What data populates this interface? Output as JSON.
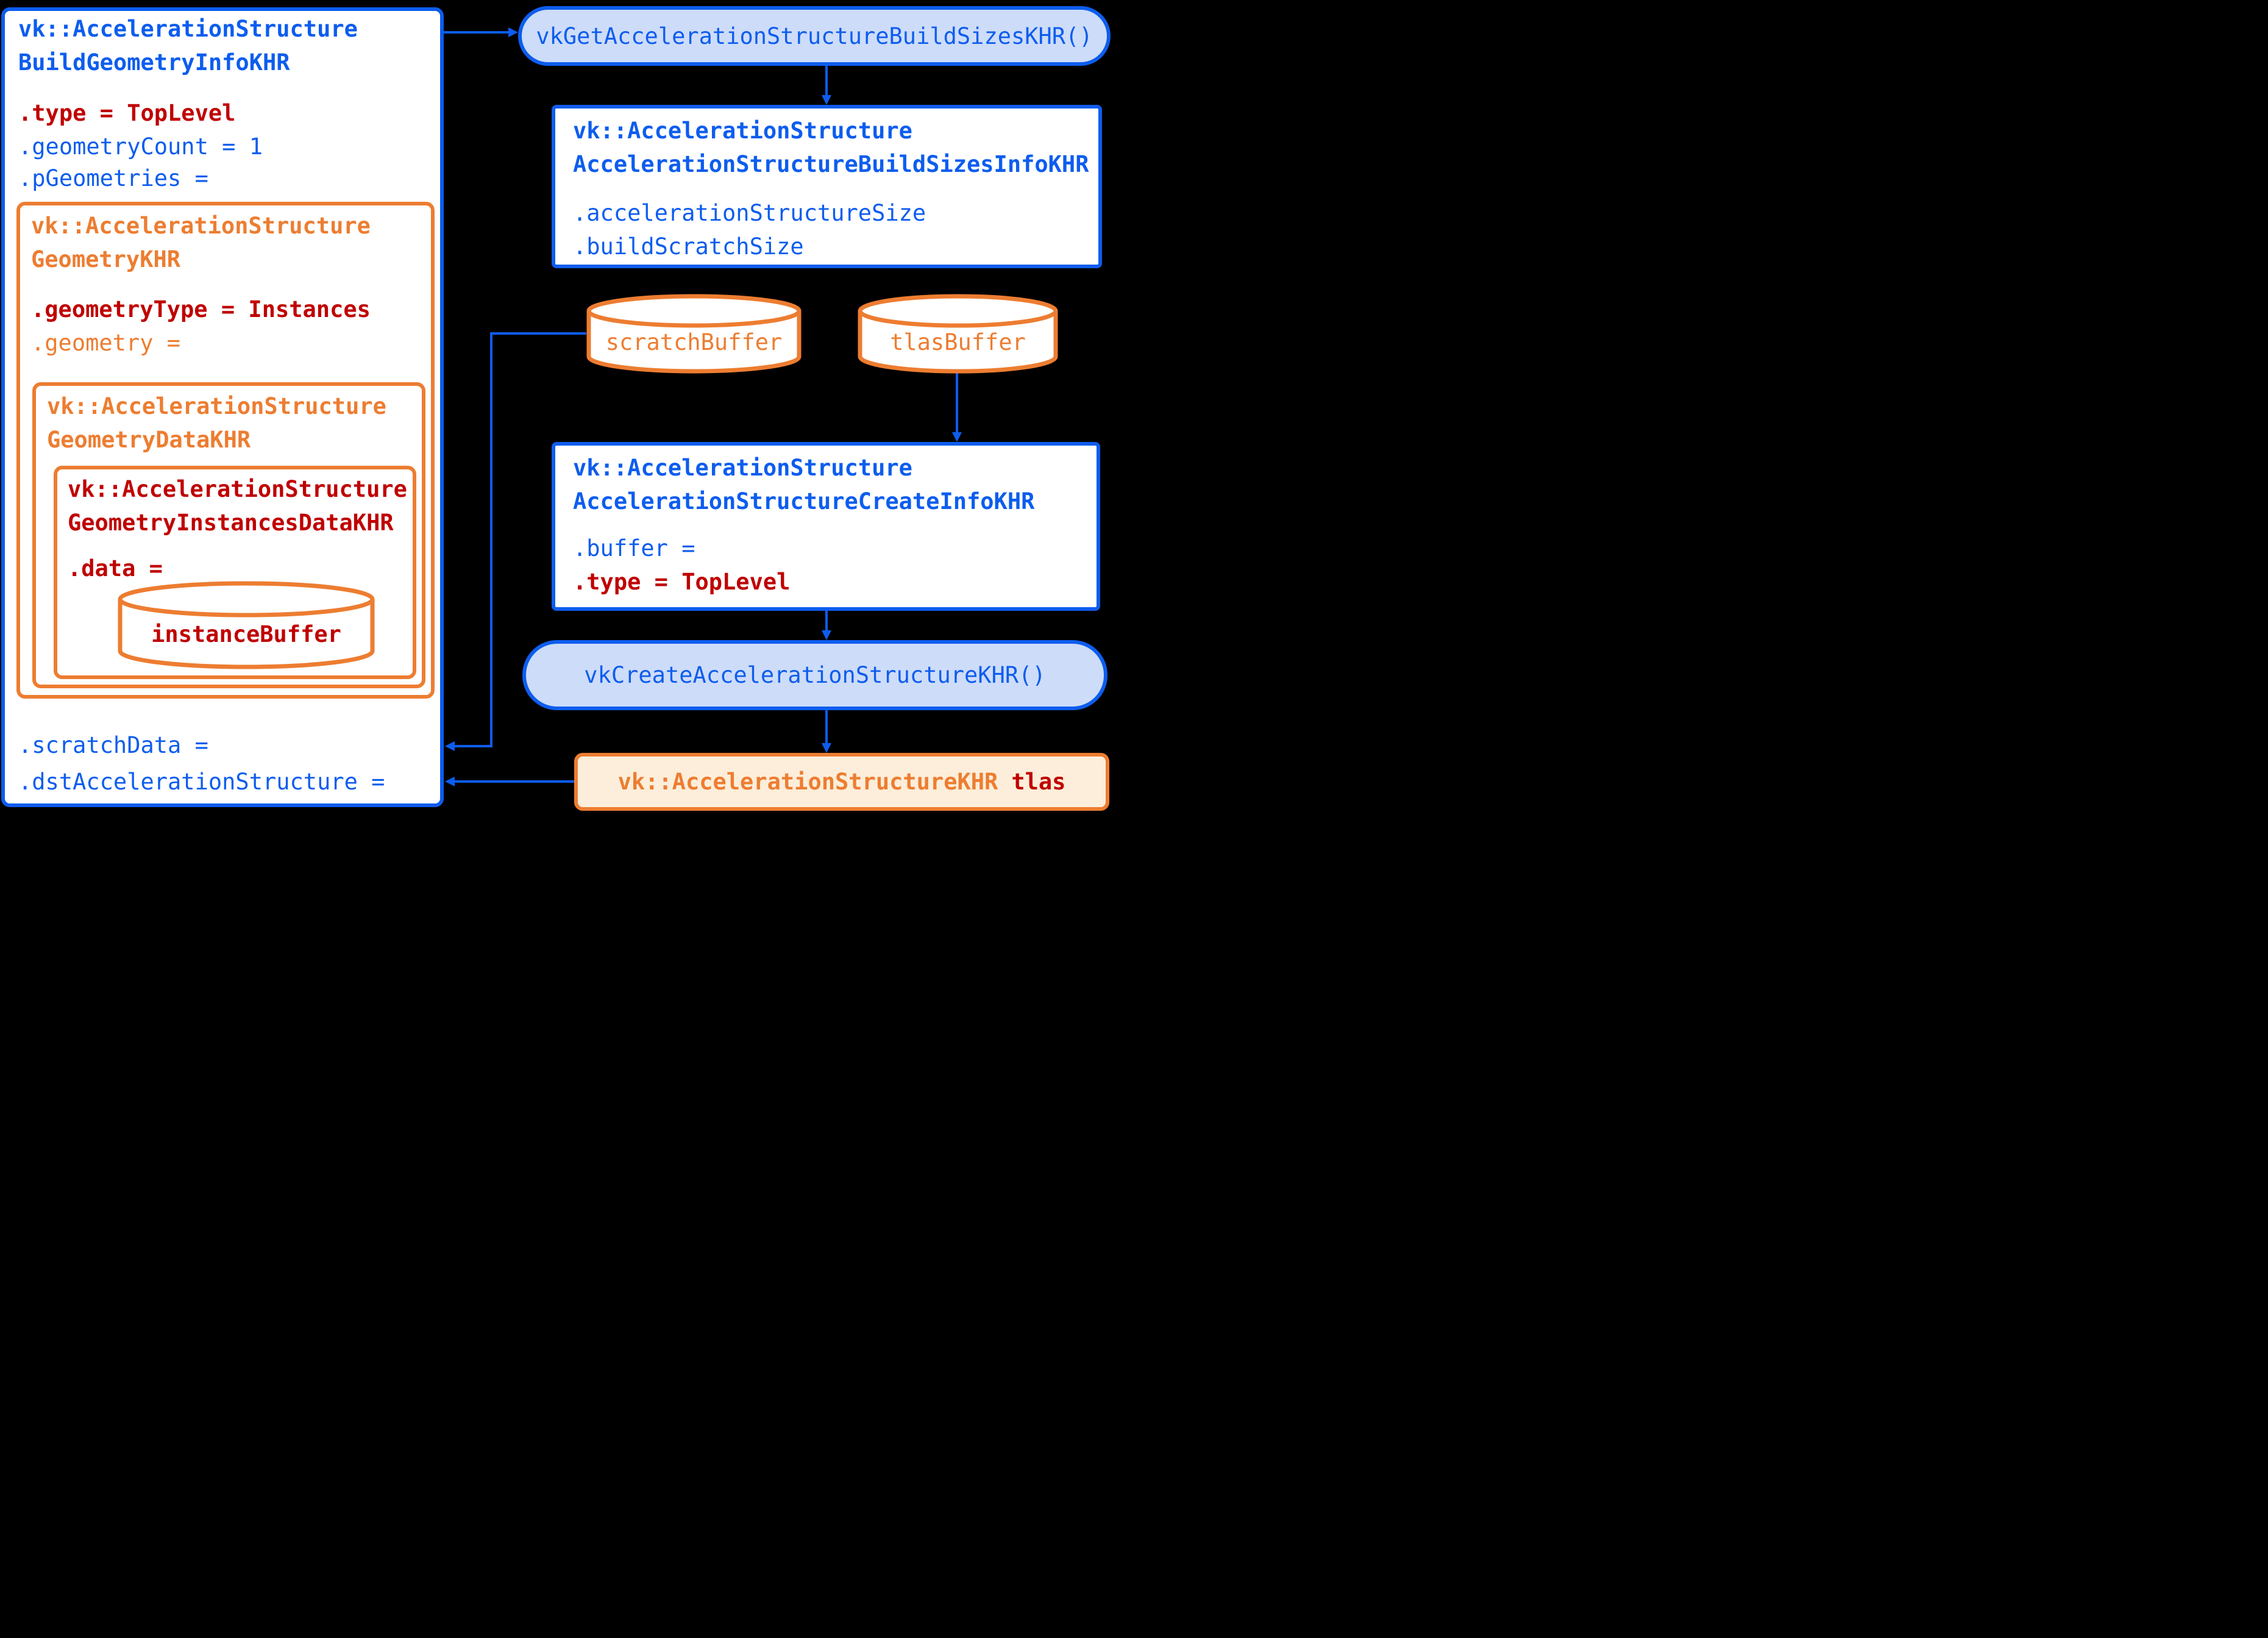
{
  "colors": {
    "background": "#000000",
    "blue": "#0D5DEE",
    "light_blue": "#CDDCF9",
    "orange": "#ED7D31",
    "dark_red": "#C00000",
    "cream": "#FCEEDA",
    "box_fill": "#FFFFFF"
  },
  "build_geometry_info_box": {
    "title": "vk::AccelerationStructure\nBuildGeometryInfoKHR",
    "field_type": ".type = TopLevel",
    "field_geometry_count": ".geometryCount = 1",
    "field_p_geometries": ".pGeometries =",
    "field_scratch_data": ".scratchData =",
    "field_dst_acceleration_structure": ".dstAccelerationStructure =",
    "geometry_box": {
      "title": "vk::AccelerationStructure\nGeometryKHR",
      "field_geometry_type": ".geometryType = Instances",
      "field_geometry": ".geometry =",
      "geometry_data_box": {
        "title": "vk::AccelerationStructure\nGeometryDataKHR",
        "instances_data_box": {
          "title": "vk::AccelerationStructure\nGeometryInstancesDataKHR",
          "field_data": ".data =",
          "instance_buffer_label": "instanceBuffer"
        }
      }
    }
  },
  "get_build_sizes_pill_label": "vkGetAccelerationStructureBuildSizesKHR()",
  "build_sizes_info_box": {
    "title": "vk::AccelerationStructure\nAccelerationStructureBuildSizesInfoKHR",
    "field_acceleration_structure_size": ".accelerationStructureSize",
    "field_build_scratch_size": ".buildScratchSize"
  },
  "scratch_buffer_label": "scratchBuffer",
  "tlas_buffer_label": "tlasBuffer",
  "create_info_box": {
    "title": "vk::AccelerationStructure\nAccelerationStructureCreateInfoKHR",
    "field_buffer": ".buffer =",
    "field_type": ".type = TopLevel"
  },
  "create_pill_label": "vkCreateAccelerationStructureKHR()",
  "tlas_box": {
    "type_label": "vk::AccelerationStructureKHR",
    "var_label": "tlas"
  }
}
